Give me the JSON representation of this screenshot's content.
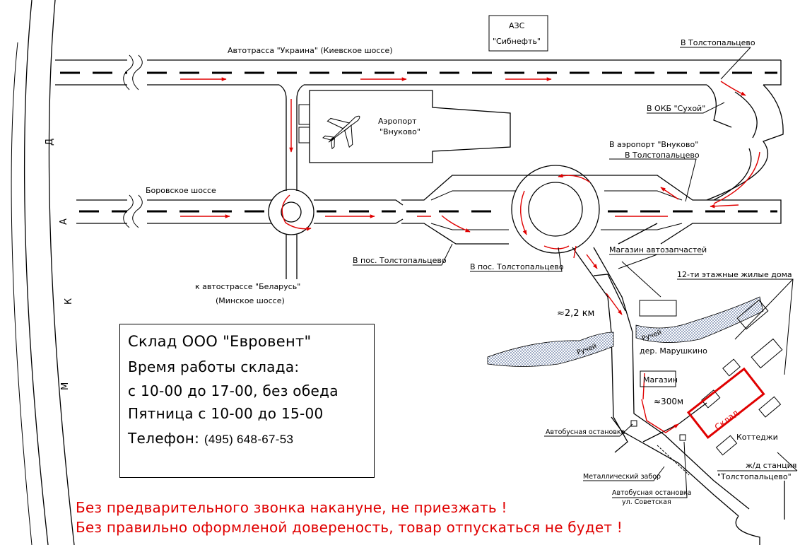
{
  "mkad_letters": [
    "М",
    "К",
    "А",
    "Д"
  ],
  "labels": {
    "highway_ukraine": "Автотрасса \"Украина\" (Киевское шоссе)",
    "azs_line1": "АЗС",
    "azs_line2": "\"Сибнефть\"",
    "to_tolstopaltsevo_top": "В Толстопальцево",
    "airport_line1": "Аэропорт",
    "airport_line2": "\"Внуково\"",
    "okb_sukhoi": "В ОКБ \"Сухой\"",
    "to_airport_line1": "В аэропорт \"Внуково\"",
    "to_airport_line2": "В Толстопальцево",
    "borovskoe": "Боровское шоссе",
    "to_belarus_line1": "к автостраcсе \"Беларусь\"",
    "to_belarus_line2": "(Минское шоссе)",
    "pos_tolsto_1": "В пос. Толстопальцево",
    "pos_tolsto_2": "В пос. Толстопальцево",
    "auto_parts": "Магазин автозапчастей",
    "residential": "12-ти этажные жилые дома",
    "distance_22": "≈2,2 км",
    "stream_left": "Ручей",
    "stream_right": "Ручей",
    "village": "дер. Марушкино",
    "shop": "Магазин",
    "distance_300": "≈300м",
    "warehouse": "Склад",
    "bus_stop": "Автобусная остановка",
    "cottages": "Коттеджи",
    "metal_fence": "Металлический забор",
    "station_line1": "ж/д станция",
    "station_line2": "\"Толстопальцево\"",
    "bus_stop_sov_line1": "Автобусная остановка",
    "bus_stop_sov_line2": "ул. Советская"
  },
  "info": {
    "title": "Склад ООО \"Евровент\"",
    "hours_label": "Время работы склада:",
    "hours_weekday": "с 10-00 до 17-00, без обеда",
    "hours_friday": "Пятница с 10-00 до 15-00",
    "phone_label": "Телефон:",
    "phone": "(495) 648-67-53"
  },
  "warnings": {
    "line1": "Без предварительного звонка накануне, не приезжать !",
    "line2": "Без правильно оформленой довереность, товар отпускаться не будет !"
  },
  "colors": {
    "route": "#e00000",
    "lines": "#000000",
    "background": "#ffffff",
    "water_fill": "#b8c8e0"
  }
}
